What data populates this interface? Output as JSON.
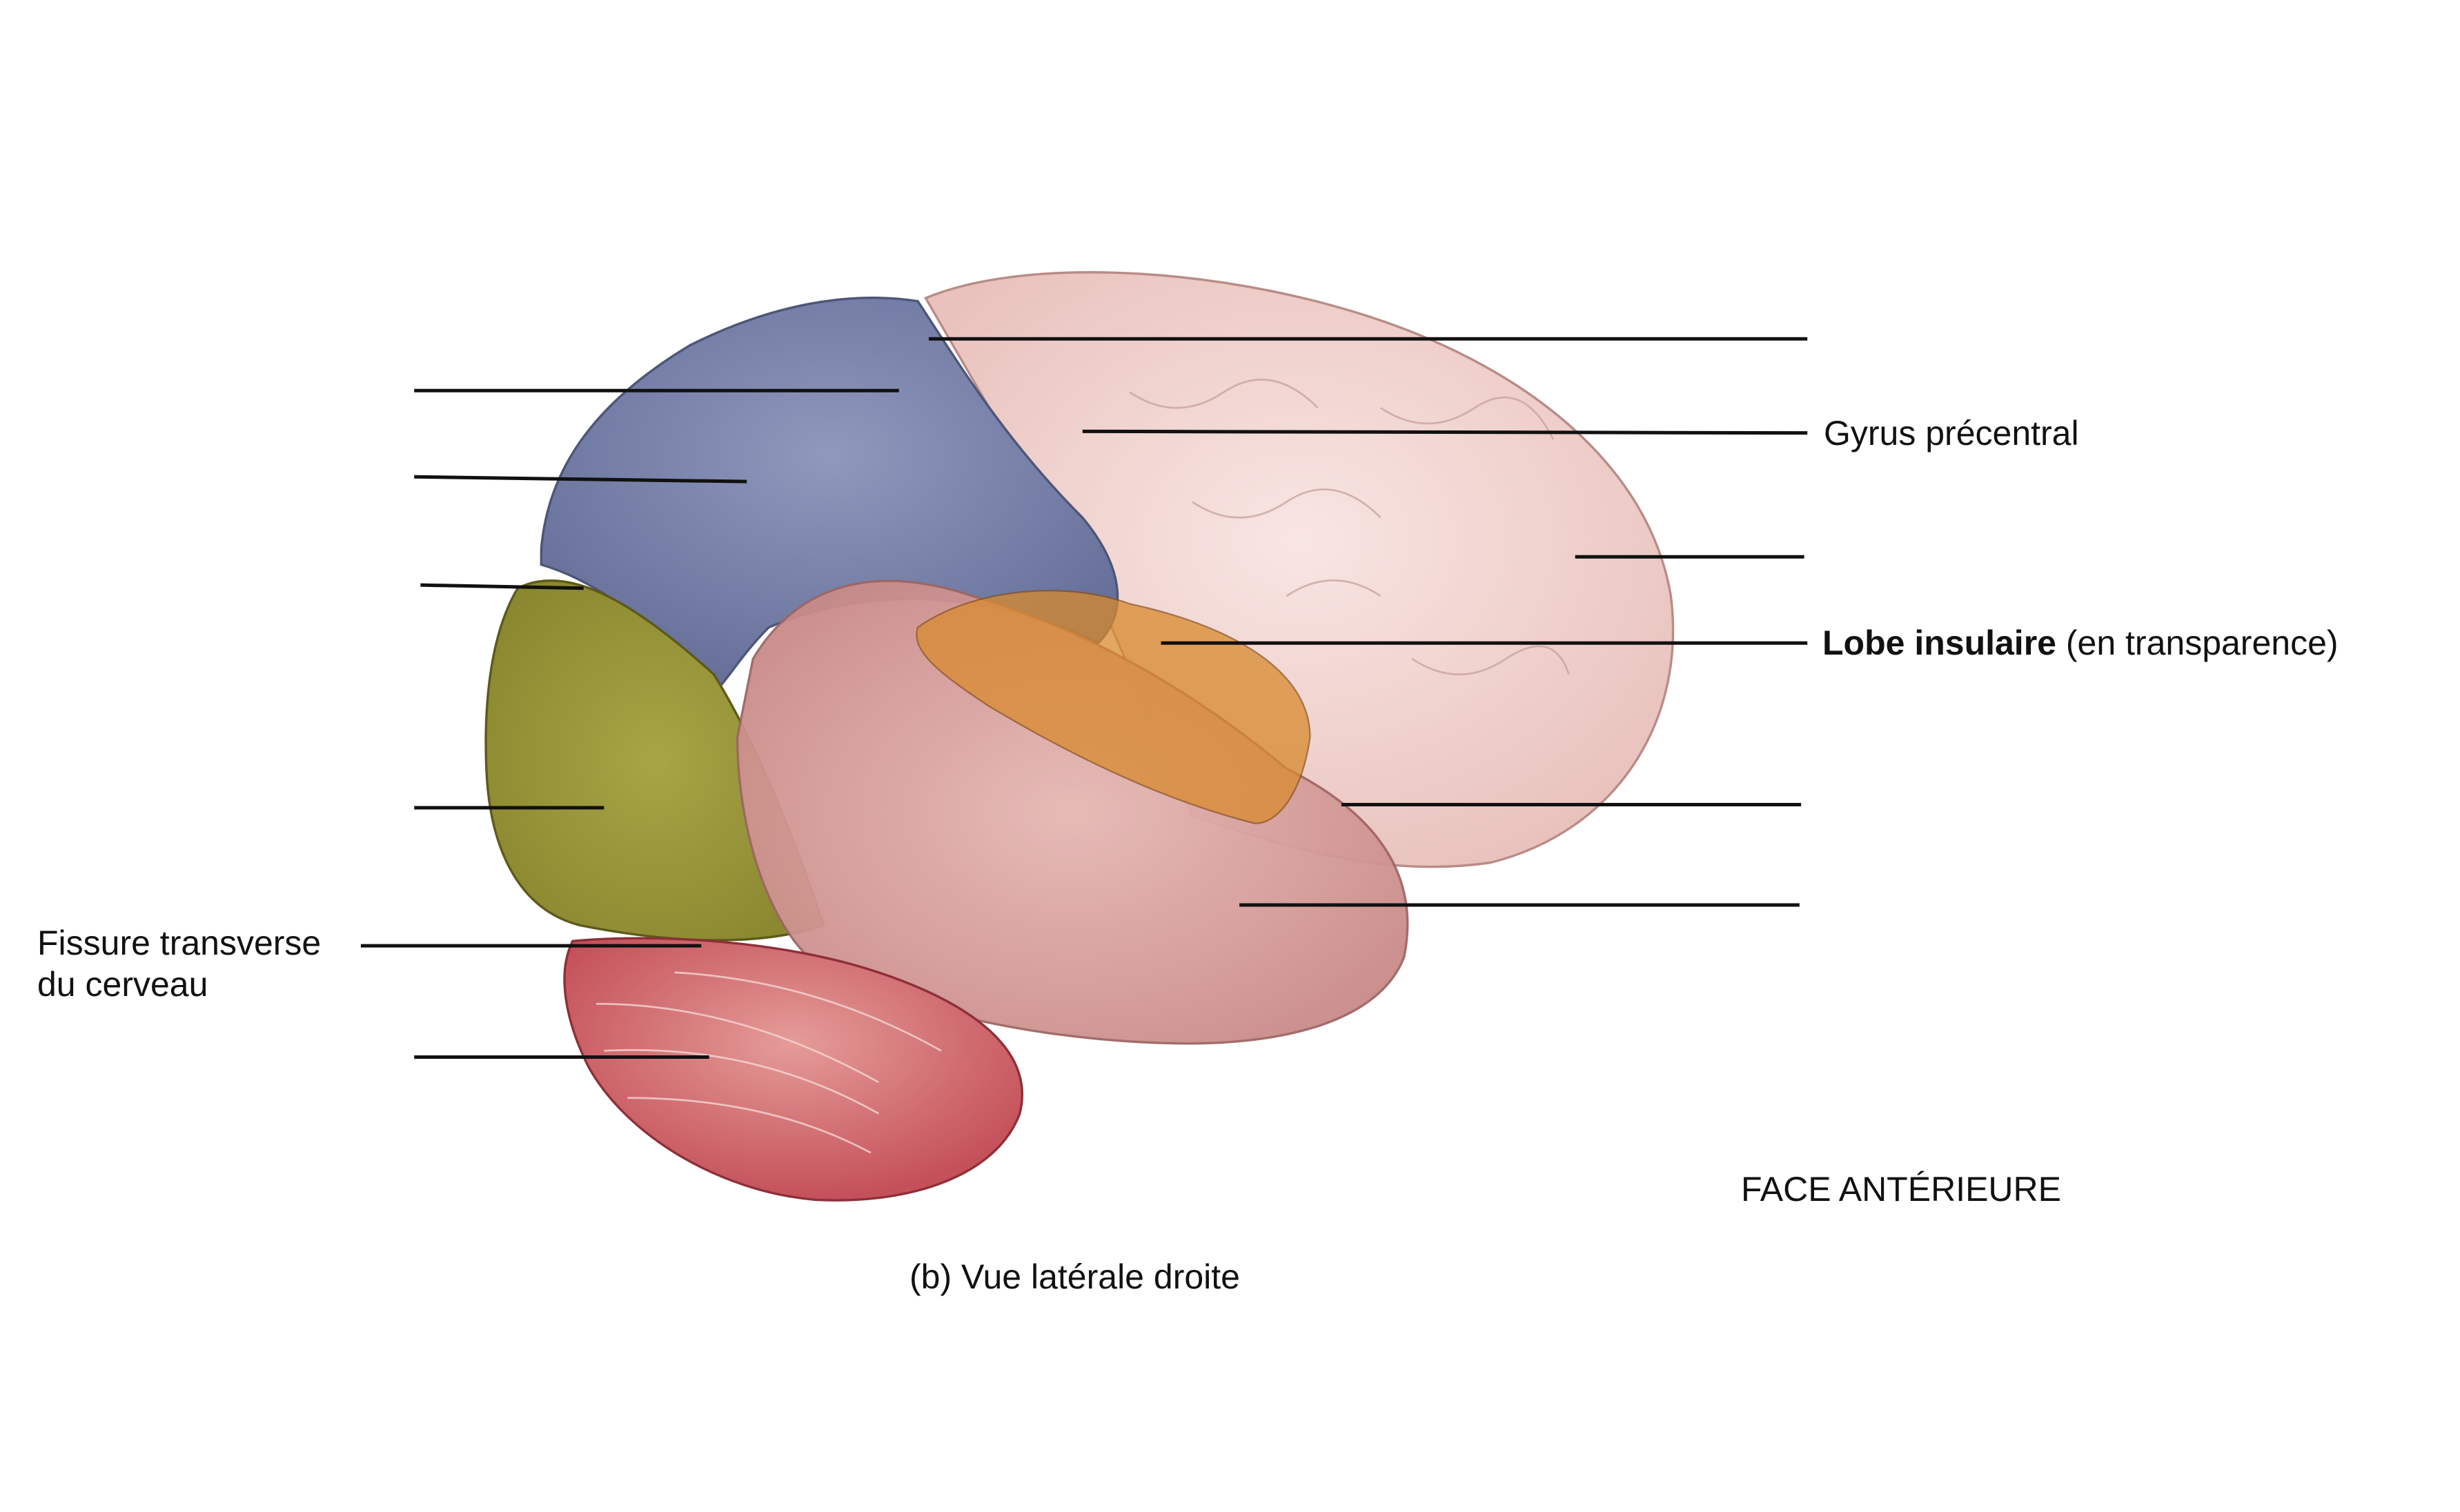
{
  "labels": {
    "gyrus_precentral": "Gyrus précentral",
    "lobe_insulaire_bold": "Lobe insulaire",
    "lobe_insulaire_rest": "(en transparence)",
    "fissure_line1": "Fissure transverse",
    "fissure_line2": "du cerveau",
    "face_anterieure": "FACE ANTÉRIEURE",
    "caption": "(b) Vue latérale droite"
  },
  "colors": {
    "frontal": "#f1d3cf",
    "parietal": "#7d87ad",
    "occipital": "#9c9a3a",
    "temporal": "#d79b97",
    "insula": "#d98a2e",
    "cerebellum": "#d5626a"
  }
}
